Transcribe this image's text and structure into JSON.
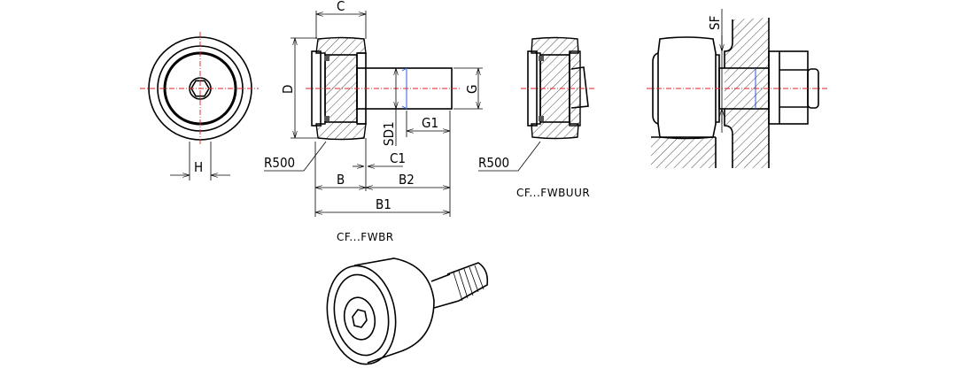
{
  "drawing": {
    "dimensions": {
      "C": "C",
      "D": "D",
      "G": "G",
      "G1": "G1",
      "SD1": "SD1",
      "C1": "C1",
      "B": "B",
      "B2": "B2",
      "B1": "B1",
      "H": "H",
      "SF": "SF",
      "R500_left": "R500",
      "R500_right": "R500"
    },
    "captions": {
      "fwbr": "CF...FWBR",
      "fwbuur": "CF...FWBUUR"
    },
    "colors": {
      "line": "#000000",
      "centerline": "#e02020",
      "thread": "#2a5bd7"
    }
  }
}
